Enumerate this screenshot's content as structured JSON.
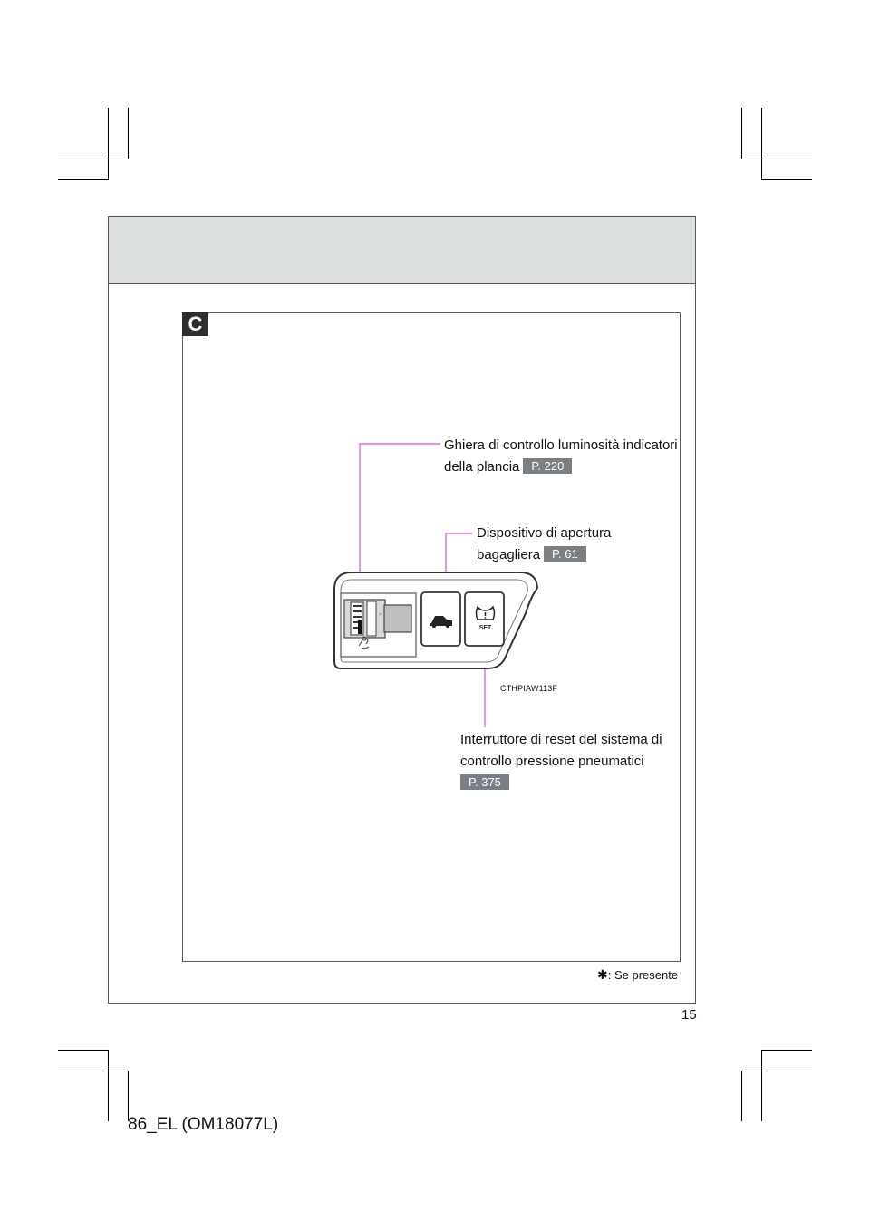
{
  "section": {
    "badge": "C"
  },
  "callouts": {
    "brightness": {
      "line1": "Ghiera di controllo luminosità indicatori",
      "line2": "della plancia",
      "ref": "P. 220"
    },
    "trunk": {
      "line1": "Dispositivo di apertura",
      "line2": "bagagliera",
      "ref": "P. 61"
    },
    "tpms": {
      "line1": "Interruttore di reset del sistema di",
      "line2": "controllo pressione pneumatici",
      "ref": "P. 375"
    }
  },
  "figure": {
    "code": "CTHPIAW113F",
    "set_label": "SET"
  },
  "footnote": {
    "symbol": "✱",
    "text": ": Se presente"
  },
  "page": {
    "number": "15",
    "doc_code": "86_EL (OM18077L)"
  },
  "colors": {
    "leader": "#e64ad6",
    "ref_badge": "#7a7f84",
    "header_band": "#dcdfdf"
  }
}
